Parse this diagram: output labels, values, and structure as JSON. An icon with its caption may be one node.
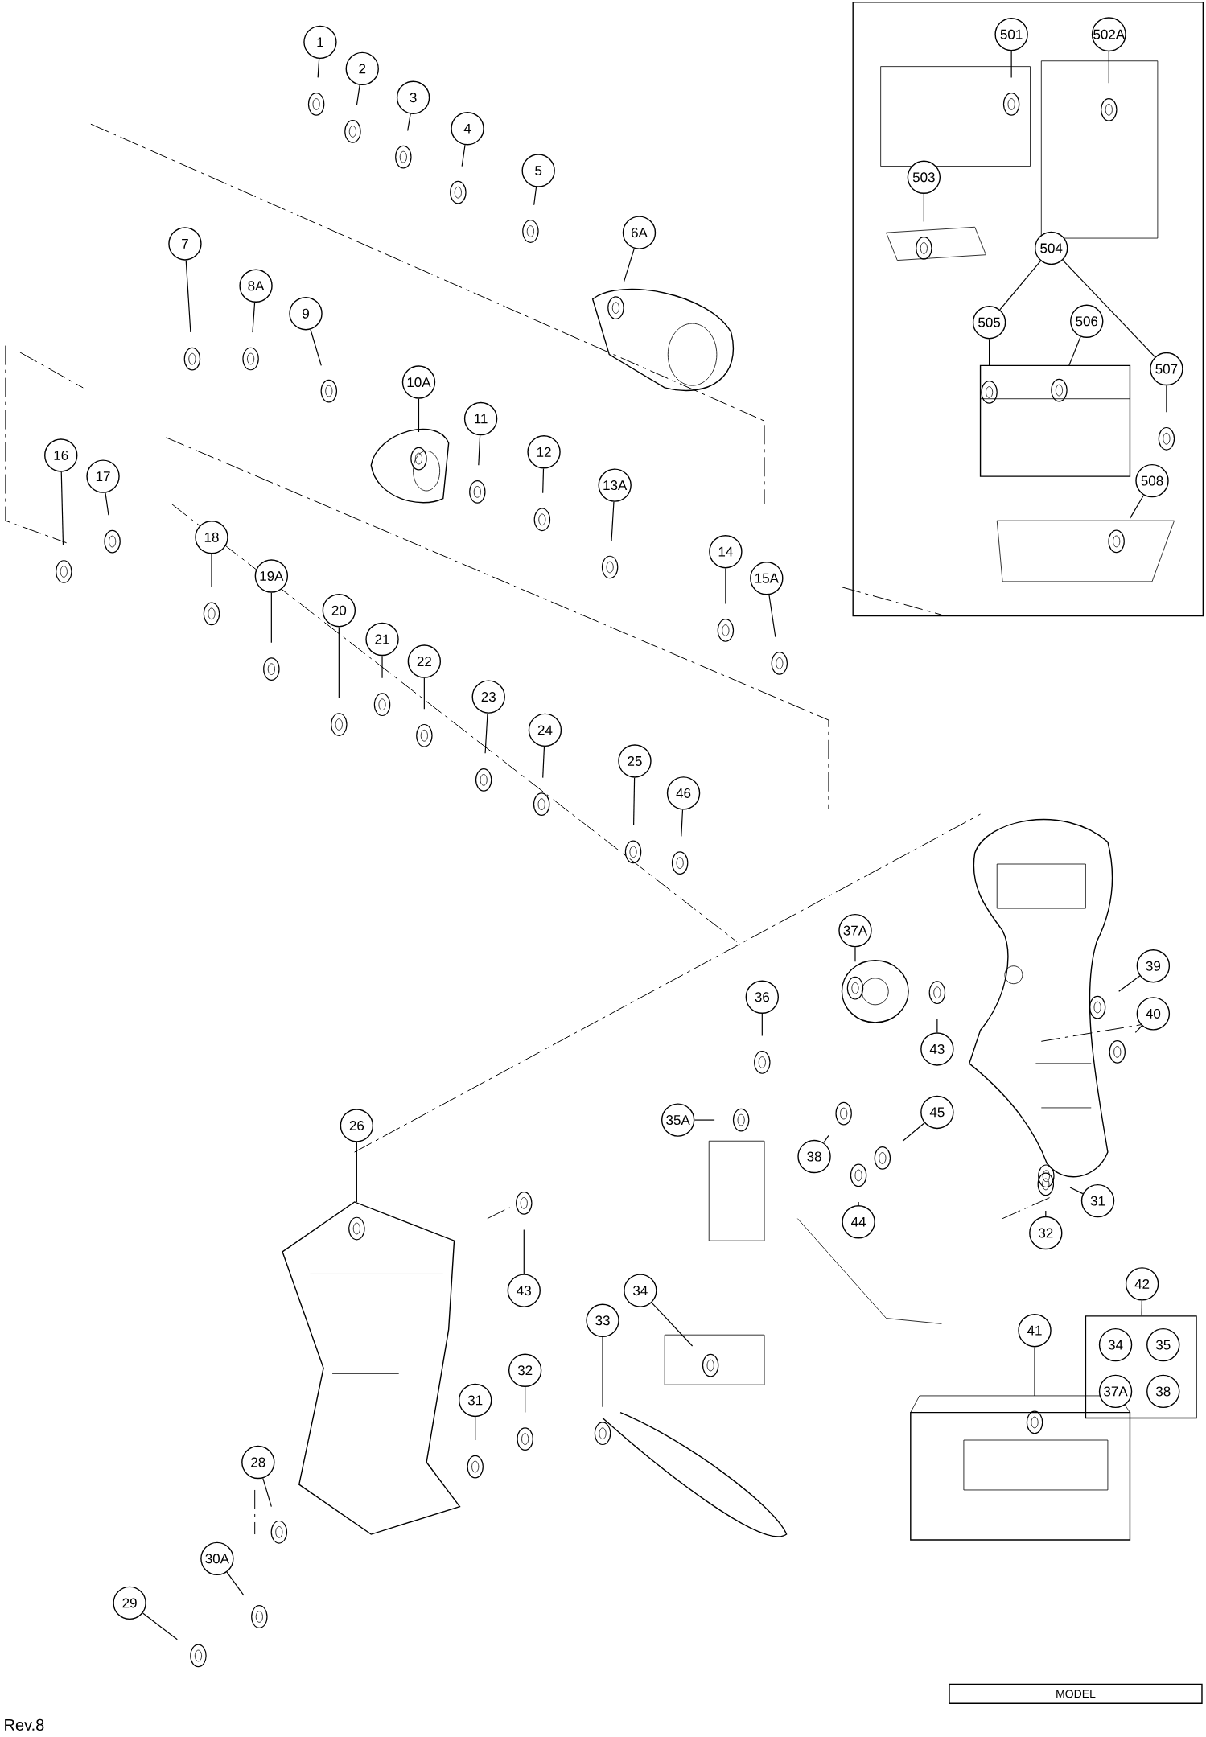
{
  "diagram": {
    "nodes": [
      {
        "text": [],
        "shape": "box"
      },
      {
        "text": [
          "501"
        ],
        "in": 0
      },
      {
        "text": [
          "502A"
        ],
        "in": 0
      },
      {
        "text": [
          "503"
        ],
        "in": 0
      },
      {
        "text": [
          "504"
        ],
        "in": 0
      },
      {
        "text": [
          "505"
        ],
        "in": 0
      },
      {
        "text": [
          "506"
        ],
        "in": 0
      },
      {
        "text": [
          "507"
        ],
        "in": 0
      },
      {
        "text": [
          "508"
        ],
        "in": 0
      },
      {
        "text": [
          "1"
        ]
      },
      {
        "text": [
          "2"
        ]
      },
      {
        "text": [
          "3"
        ]
      },
      {
        "text": [
          "4"
        ]
      },
      {
        "text": [
          "5"
        ]
      },
      {
        "text": [
          "6A"
        ]
      },
      {
        "text": [
          "7"
        ]
      },
      {
        "text": [
          "8A"
        ]
      },
      {
        "text": [
          "9"
        ]
      },
      {
        "text": [
          "10A"
        ]
      },
      {
        "text": [
          "11"
        ]
      },
      {
        "text": [
          "12"
        ]
      },
      {
        "text": [
          "13A"
        ]
      },
      {
        "text": [
          "14"
        ]
      },
      {
        "text": [
          "15A"
        ]
      },
      {
        "text": [
          "16"
        ]
      },
      {
        "text": [
          "17"
        ]
      },
      {
        "text": [
          "18"
        ]
      },
      {
        "text": [
          "19A"
        ]
      },
      {
        "text": [
          "20"
        ]
      },
      {
        "text": [
          "21"
        ]
      },
      {
        "text": [
          "22"
        ]
      },
      {
        "text": [
          "23"
        ]
      },
      {
        "text": [
          "24"
        ]
      },
      {
        "text": [
          "25"
        ]
      },
      {
        "text": [
          "46"
        ]
      },
      {
        "text": [
          "37A"
        ]
      },
      {
        "text": [
          "36"
        ]
      },
      {
        "text": [
          "39"
        ]
      },
      {
        "text": [
          "43"
        ]
      },
      {
        "text": [
          "40"
        ]
      },
      {
        "text": [
          "35A"
        ]
      },
      {
        "text": [
          "38"
        ]
      },
      {
        "text": [
          "45"
        ]
      },
      {
        "text": [
          "26"
        ]
      },
      {
        "text": [
          "31"
        ]
      },
      {
        "text": [
          "32"
        ]
      },
      {
        "text": [
          "43"
        ]
      },
      {
        "text": [
          "44"
        ]
      },
      {
        "text": [
          "34"
        ]
      },
      {
        "text": [
          "42"
        ]
      },
      {
        "text": [],
        "shape": "box"
      },
      {
        "text": [
          "34"
        ],
        "in": 50
      },
      {
        "text": [
          "35"
        ],
        "in": 50
      },
      {
        "text": [
          "37A"
        ],
        "in": 50
      },
      {
        "text": [
          "38"
        ],
        "in": 50
      },
      {
        "text": [
          "41"
        ]
      },
      {
        "text": [
          "33"
        ]
      },
      {
        "text": [
          "32"
        ]
      },
      {
        "text": [
          "31"
        ]
      },
      {
        "text": [
          "28"
        ]
      },
      {
        "text": [
          "30A"
        ]
      },
      {
        "text": [
          "29"
        ]
      }
    ],
    "edges": [
      {
        "from": 1,
        "to": null,
        "arrow": "none"
      },
      {
        "from": 2,
        "to": null,
        "arrow": "none"
      },
      {
        "from": 3,
        "to": null,
        "arrow": "none"
      },
      {
        "from": 4,
        "to": 5,
        "arrow": "none"
      },
      {
        "from": 4,
        "to": 7,
        "arrow": "none"
      },
      {
        "from": 5,
        "to": null,
        "arrow": "none"
      },
      {
        "from": 6,
        "to": null,
        "arrow": "none"
      },
      {
        "from": 7,
        "to": null,
        "arrow": "none"
      },
      {
        "from": 8,
        "to": null,
        "arrow": "none"
      },
      {
        "from": 9,
        "to": null,
        "arrow": "none"
      },
      {
        "from": 10,
        "to": null,
        "arrow": "none"
      },
      {
        "from": 11,
        "to": null,
        "arrow": "none"
      },
      {
        "from": 12,
        "to": null,
        "arrow": "none"
      },
      {
        "from": 13,
        "to": null,
        "arrow": "none"
      },
      {
        "from": 14,
        "to": null,
        "arrow": "none"
      },
      {
        "from": 15,
        "to": null,
        "arrow": "none"
      },
      {
        "from": 16,
        "to": null,
        "arrow": "none"
      },
      {
        "from": 17,
        "to": null,
        "arrow": "none"
      },
      {
        "from": 18,
        "to": null,
        "arrow": "none"
      },
      {
        "from": 19,
        "to": null,
        "arrow": "none"
      },
      {
        "from": 20,
        "to": null,
        "arrow": "none"
      },
      {
        "from": 21,
        "to": null,
        "arrow": "none"
      },
      {
        "from": 22,
        "to": null,
        "arrow": "none"
      },
      {
        "from": 23,
        "to": null,
        "arrow": "none"
      },
      {
        "from": 24,
        "to": null,
        "arrow": "none"
      },
      {
        "from": 25,
        "to": null,
        "arrow": "none"
      },
      {
        "from": 26,
        "to": null,
        "arrow": "none"
      },
      {
        "from": 27,
        "to": null,
        "arrow": "none"
      },
      {
        "from": 28,
        "to": null,
        "arrow": "none"
      },
      {
        "from": 29,
        "to": null,
        "arrow": "none"
      },
      {
        "from": 30,
        "to": null,
        "arrow": "none"
      },
      {
        "from": 31,
        "to": null,
        "arrow": "none"
      },
      {
        "from": 32,
        "to": null,
        "arrow": "none"
      },
      {
        "from": 33,
        "to": null,
        "arrow": "none"
      },
      {
        "from": 34,
        "to": null,
        "arrow": "none"
      },
      {
        "from": 35,
        "to": null,
        "arrow": "none"
      },
      {
        "from": 36,
        "to": null,
        "arrow": "none"
      },
      {
        "from": 37,
        "to": null,
        "arrow": "none"
      },
      {
        "from": 38,
        "to": null,
        "arrow": "none"
      },
      {
        "from": 39,
        "to": null,
        "arrow": "none"
      },
      {
        "from": 40,
        "to": null,
        "arrow": "none"
      },
      {
        "from": 41,
        "to": null,
        "arrow": "none"
      },
      {
        "from": 42,
        "to": null,
        "arrow": "none"
      },
      {
        "from": 43,
        "to": null,
        "arrow": "none"
      },
      {
        "from": 44,
        "to": null,
        "arrow": "none"
      },
      {
        "from": 45,
        "to": null,
        "arrow": "none"
      },
      {
        "from": 46,
        "to": null,
        "arrow": "none"
      },
      {
        "from": 47,
        "to": null,
        "arrow": "none"
      },
      {
        "from": 48,
        "to": null,
        "arrow": "none"
      },
      {
        "from": 49,
        "to": 50,
        "arrow": "none"
      },
      {
        "from": 55,
        "to": null,
        "arrow": "none"
      },
      {
        "from": 56,
        "to": null,
        "arrow": "none"
      },
      {
        "from": 57,
        "to": null,
        "arrow": "none"
      },
      {
        "from": 58,
        "to": null,
        "arrow": "none"
      },
      {
        "from": 59,
        "to": null,
        "arrow": "none"
      },
      {
        "from": 60,
        "to": null,
        "arrow": "none"
      },
      {
        "from": 61,
        "to": null,
        "arrow": "none"
      }
    ],
    "labels": [
      "MODEL",
      "Rev.8"
    ]
  }
}
